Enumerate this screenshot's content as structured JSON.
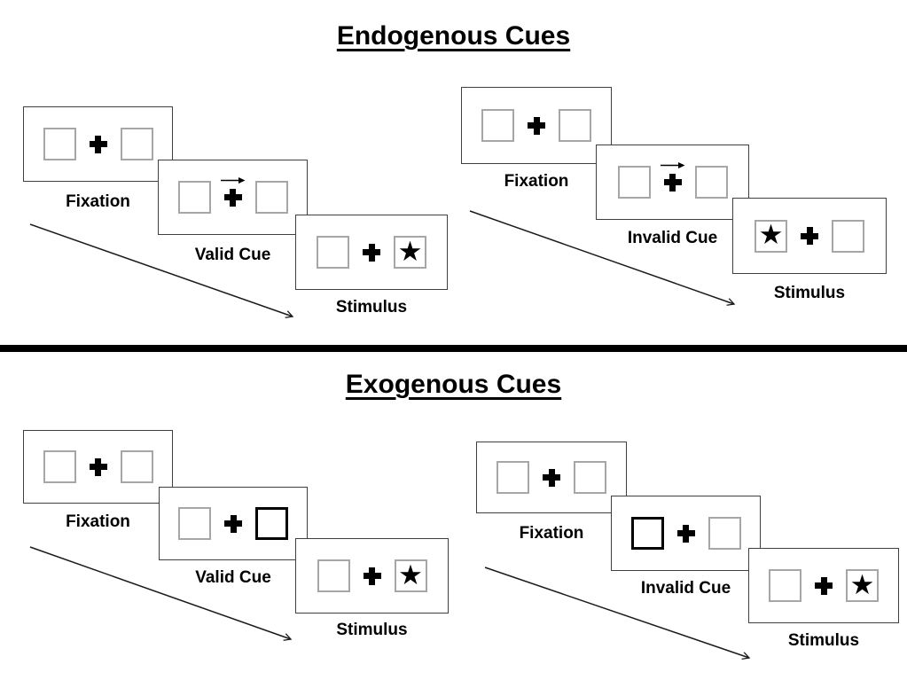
{
  "glyphs": {
    "star": "★"
  },
  "colors": {
    "background": "#ffffff",
    "panel_border": "#3f3f3f",
    "placeholder_border": "#a6a6a6",
    "cue_highlight_border": "#000000",
    "divider": "#000000",
    "text": "#000000",
    "arrow": "#1a1a1a"
  },
  "sections": [
    {
      "title": "Endogenous Cues",
      "sequences": [
        {
          "name": "valid",
          "panels": [
            {
              "label": "Fixation",
              "cue": "none",
              "target": "none"
            },
            {
              "label": "Valid Cue",
              "cue": "central-arrow-right",
              "target": "none"
            },
            {
              "label": "Stimulus",
              "cue": "none",
              "target": "star-right"
            }
          ]
        },
        {
          "name": "invalid",
          "panels": [
            {
              "label": "Fixation",
              "cue": "none",
              "target": "none"
            },
            {
              "label": "Invalid Cue",
              "cue": "central-arrow-right",
              "target": "none"
            },
            {
              "label": "Stimulus",
              "cue": "none",
              "target": "star-left"
            }
          ]
        }
      ]
    },
    {
      "title": "Exogenous Cues",
      "sequences": [
        {
          "name": "valid",
          "panels": [
            {
              "label": "Fixation",
              "cue": "none",
              "target": "none"
            },
            {
              "label": "Valid Cue",
              "cue": "peripheral-box-right",
              "target": "none"
            },
            {
              "label": "Stimulus",
              "cue": "none",
              "target": "star-right"
            }
          ]
        },
        {
          "name": "invalid",
          "panels": [
            {
              "label": "Fixation",
              "cue": "none",
              "target": "none"
            },
            {
              "label": "Invalid Cue",
              "cue": "peripheral-box-left",
              "target": "none"
            },
            {
              "label": "Stimulus",
              "cue": "none",
              "target": "star-right"
            }
          ]
        }
      ]
    }
  ]
}
